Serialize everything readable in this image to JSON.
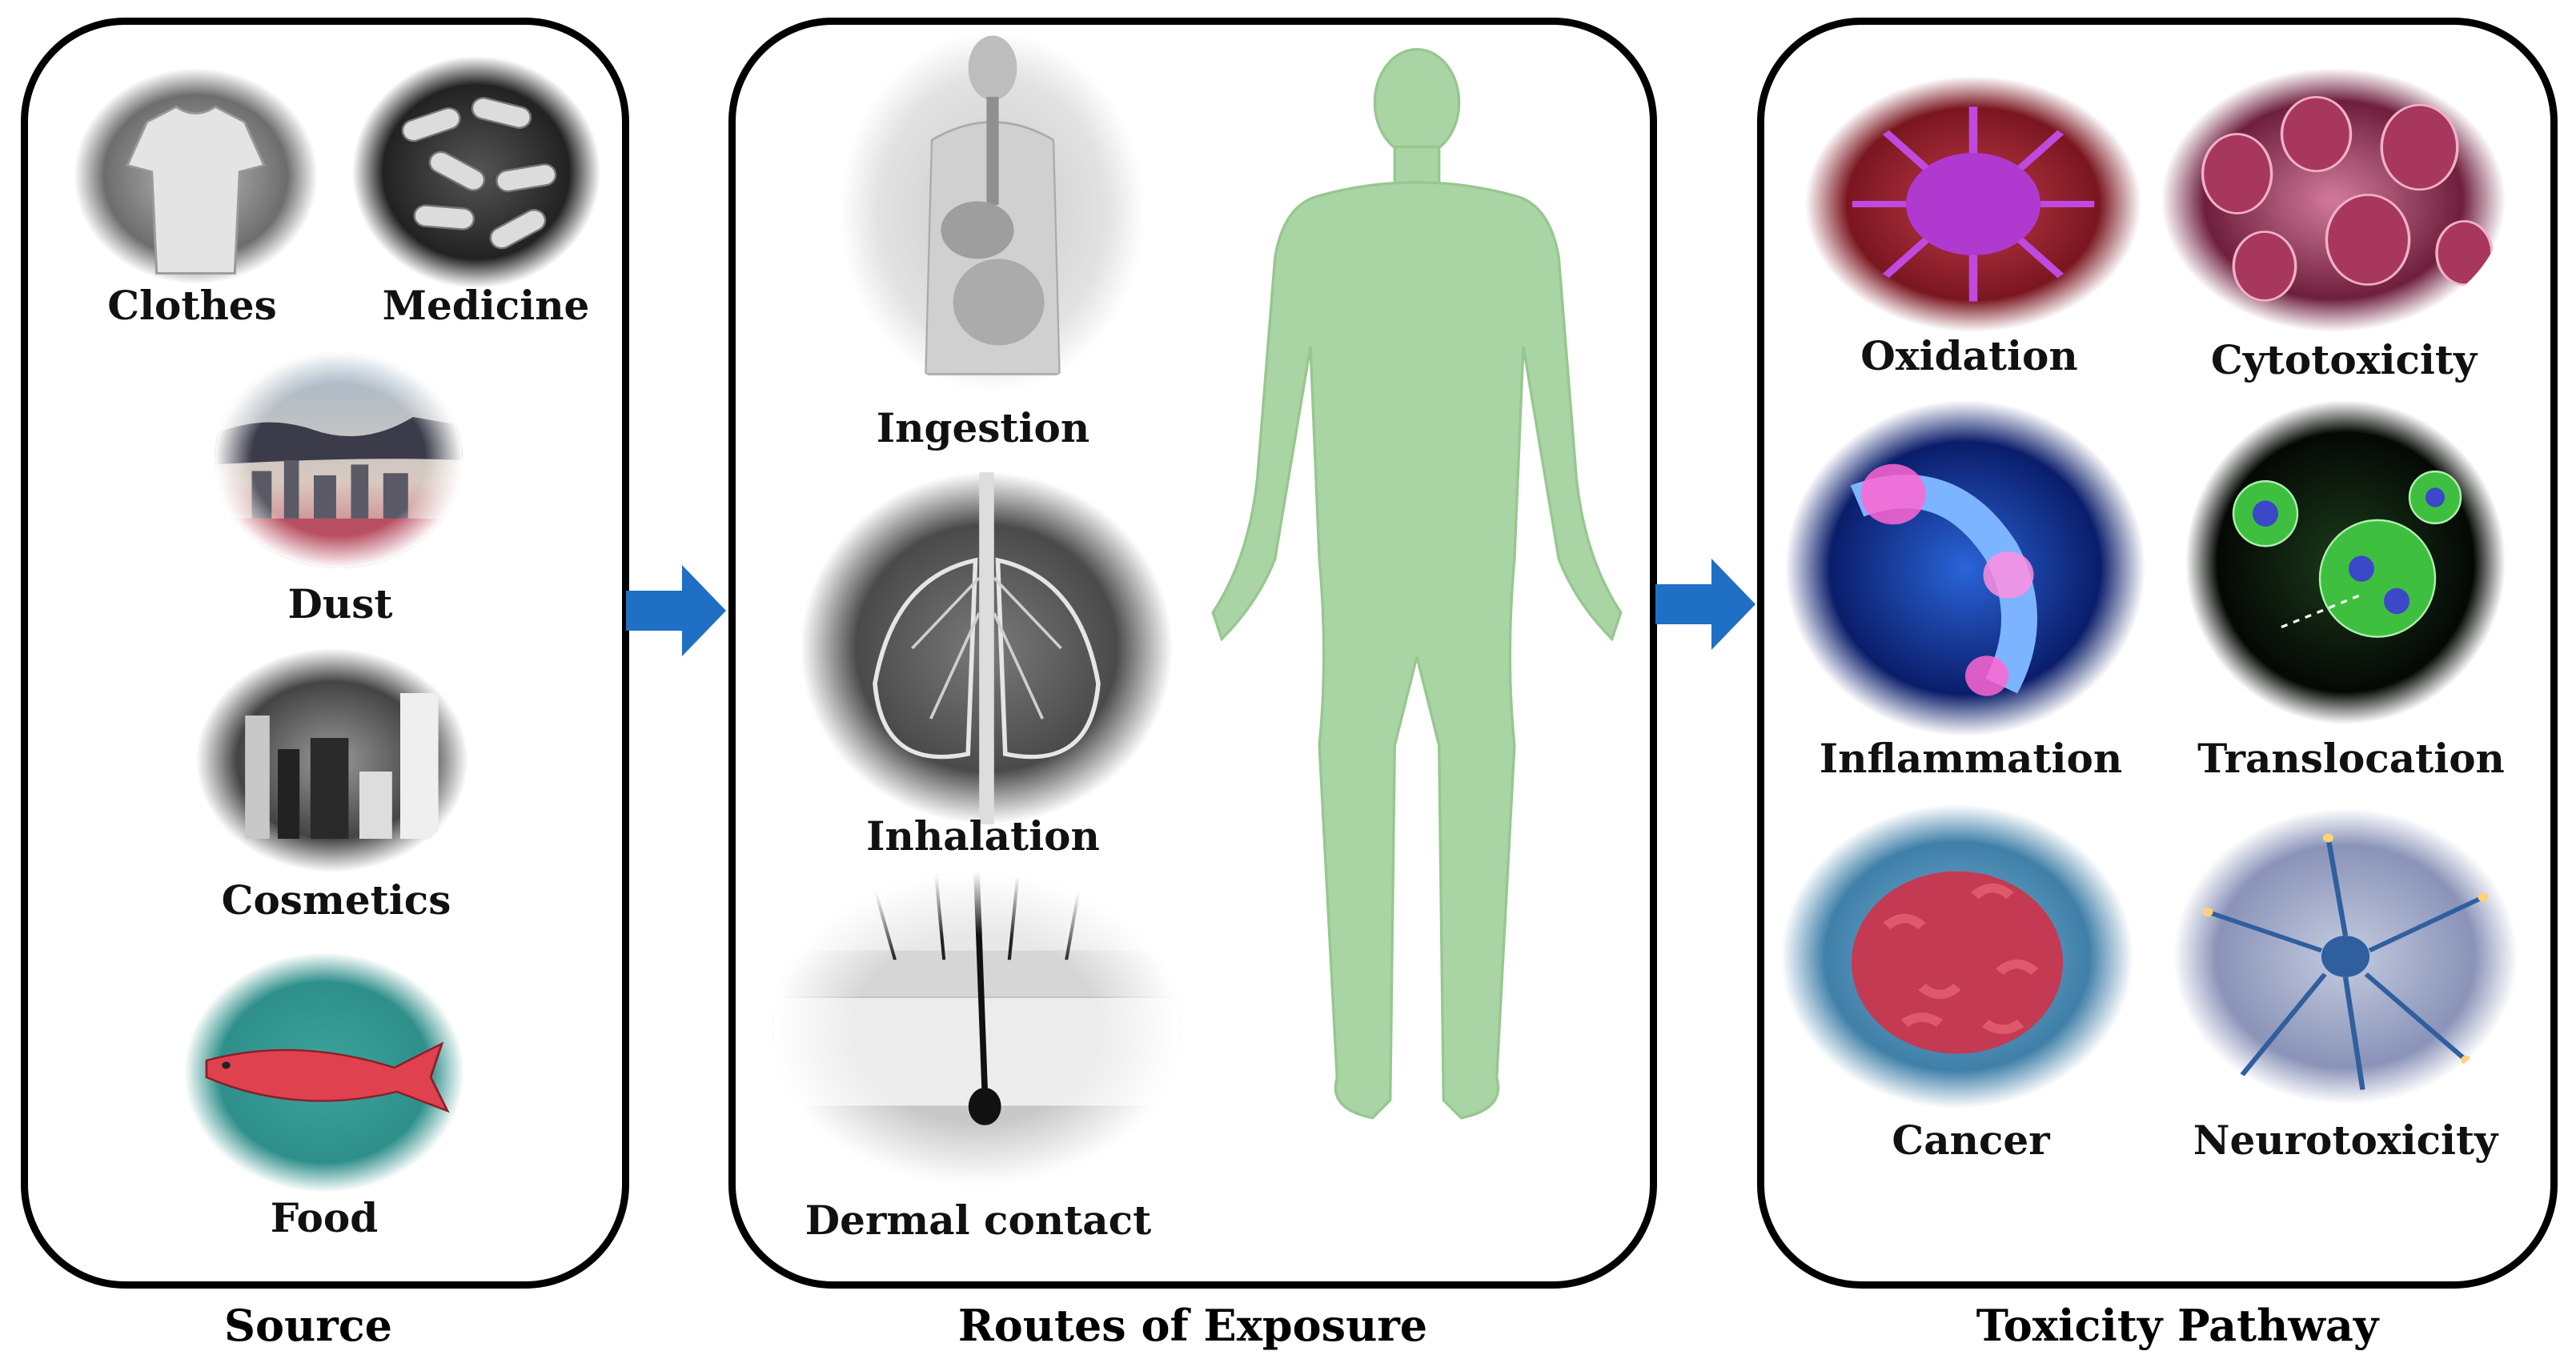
{
  "panels": {
    "source": {
      "title": "Source",
      "items": [
        "Clothes",
        "Medicine",
        "Dust",
        "Cosmetics",
        "Food"
      ]
    },
    "routes": {
      "title": "Routes of Exposure",
      "items": [
        "Ingestion",
        "Inhalation",
        "Dermal contact"
      ]
    },
    "toxicity": {
      "title": "Toxicity Pathway",
      "items": [
        "Oxidation",
        "Cytotoxicity",
        "Inflammation",
        "Translocation",
        "Cancer",
        "Neurotoxicity"
      ]
    }
  },
  "colors": {
    "arrow": "#1f6fc4",
    "body": "#a9d4a3",
    "border": "#000000"
  },
  "icons": [
    "clothes-image",
    "medicine-image",
    "dust-image",
    "cosmetics-image",
    "food-image",
    "ingestion-image",
    "inhalation-image",
    "dermal-image",
    "human-body-silhouette",
    "oxidation-image",
    "cytotoxicity-image",
    "inflammation-image",
    "translocation-image",
    "cancer-image",
    "neurotoxicity-image"
  ]
}
